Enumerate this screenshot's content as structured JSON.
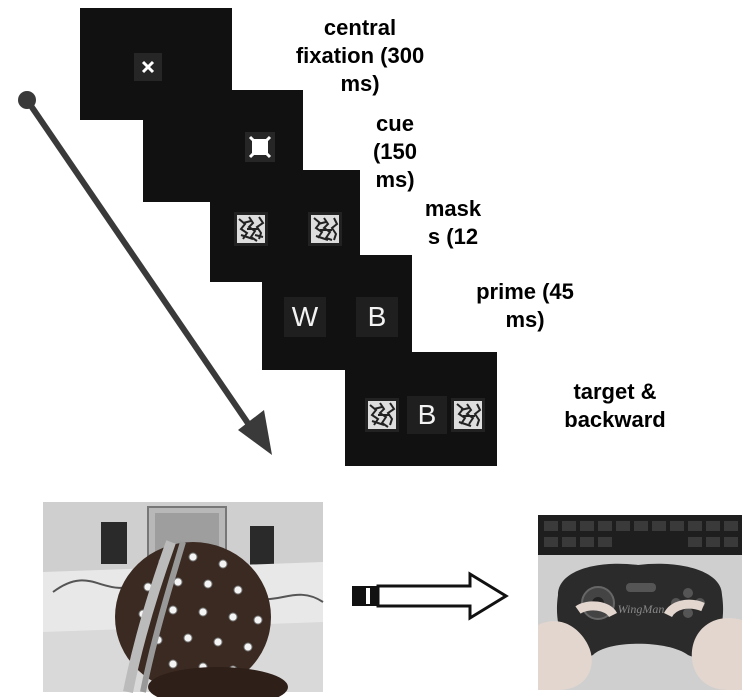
{
  "frames": [
    {
      "id": "fixation",
      "label": "central fixation (300 ms)"
    },
    {
      "id": "cue",
      "label": "cue (150 ms)"
    },
    {
      "id": "masks",
      "label": "mask s (12"
    },
    {
      "id": "prime",
      "label": "prime (45 ms)"
    },
    {
      "id": "target",
      "label": "target & backward"
    }
  ],
  "prime": {
    "left_letter": "W",
    "right_letter": "B"
  },
  "target": {
    "center_letter": "B"
  },
  "photos": {
    "gamepad_brand": "WingMan"
  },
  "colors": {
    "screen": "#111111",
    "arrow": "#3a3a3a"
  }
}
